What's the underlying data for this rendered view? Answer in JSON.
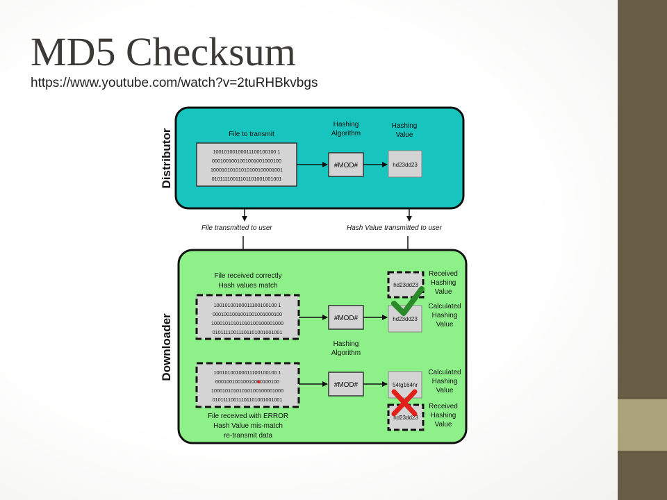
{
  "title": "MD5 Checksum",
  "url": "https://www.youtube.com/watch?v=2tuRHBkvbgs",
  "diagram": {
    "distributor": {
      "section_label": "Distributor",
      "file_header": "File to transmit",
      "algo_header_line1": "Hashing",
      "algo_header_line2": "Algorithm",
      "value_header_line1": "Hashing",
      "value_header_line2": "Value",
      "binary_lines": [
        "10010100100011100100100 1",
        "0001001001001001001000100",
        "10001010101010100100001001",
        "01011110011101101001001001"
      ],
      "algo_box": "#MOD#",
      "hash_value": "hd23dd23"
    },
    "transfer": {
      "file_label": "File transmitted to user",
      "hash_label": "Hash Value transmitted to user"
    },
    "downloader": {
      "section_label": "Downloader",
      "ok_caption_line1": "File received correctly",
      "ok_caption_line2": "Hash values match",
      "ok_binary_lines": [
        "10010100100011100100100 1",
        "0001001001001001001000100",
        "10001010101010100100001000",
        "01011110011101101001001001"
      ],
      "ok_algo_box": "#MOD#",
      "received_hash_top": "hd23dd23",
      "received_label_line1": "Received",
      "received_label_line2": "Hashing",
      "received_label_line3": "Value",
      "calculated_hash_ok": "hd23dd23",
      "calculated_label_line1": "Calculated",
      "calculated_label_line2": "Hashing",
      "calculated_label_line3": "Value",
      "middle_algo_line1": "Hashing",
      "middle_algo_line2": "Algorithm",
      "err_binary_lines": [
        "10010100100011100100100 1",
        "00010010010010000100100",
        "10001010101010100100001000",
        "01011110011101101001001001"
      ],
      "err_algo_box": "#MOD#",
      "calculated_hash_err": "54tg164hr",
      "received_hash_bottom": "hd23dd23",
      "err_caption_line1": "File received with ERROR",
      "err_caption_line2": "Hash Value mis-match",
      "err_caption_line3": "re-transmit data"
    },
    "colors": {
      "distributor_fill": "#17c4be",
      "downloader_fill": "#8df088",
      "check": "#2a8a2a",
      "cross": "#e0201a",
      "sidebar": "#675c45",
      "sidebar_accent": "#aaa37c"
    }
  }
}
